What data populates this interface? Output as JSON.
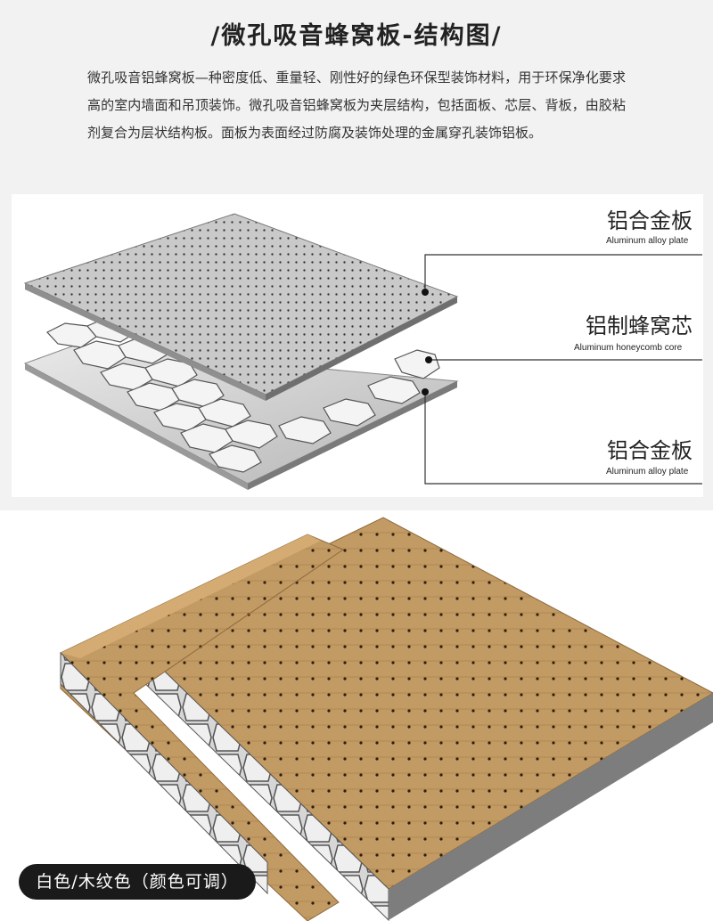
{
  "header": {
    "title": "/微孔吸音蜂窝板-结构图/"
  },
  "intro": {
    "text": "微孔吸音铝蜂窝板—种密度低、重量轻、刚性好的绿色环保型装饰材料，用于环保净化要求高的室内墙面和吊顶装饰。微孔吸音铝蜂窝板为夹层结构，包括面板、芯层、背板，由胶粘剂复合为层状结构板。面板为表面经过防腐及装饰处理的金属穿孔装饰铝板。"
  },
  "diagram": {
    "layers": [
      {
        "zh": "铝合金板",
        "en": "Aluminum alloy plate"
      },
      {
        "zh": "铝制蜂窝芯",
        "en": "Aluminum honeycomb core"
      },
      {
        "zh": "铝合金板",
        "en": "Aluminum alloy plate"
      }
    ]
  },
  "product": {
    "color_options": "白色/木纹色（颜色可调）"
  },
  "colors": {
    "wood": "#c29a63",
    "metal": "#bfbfbf",
    "pill_bg": "#1a1a1a"
  }
}
